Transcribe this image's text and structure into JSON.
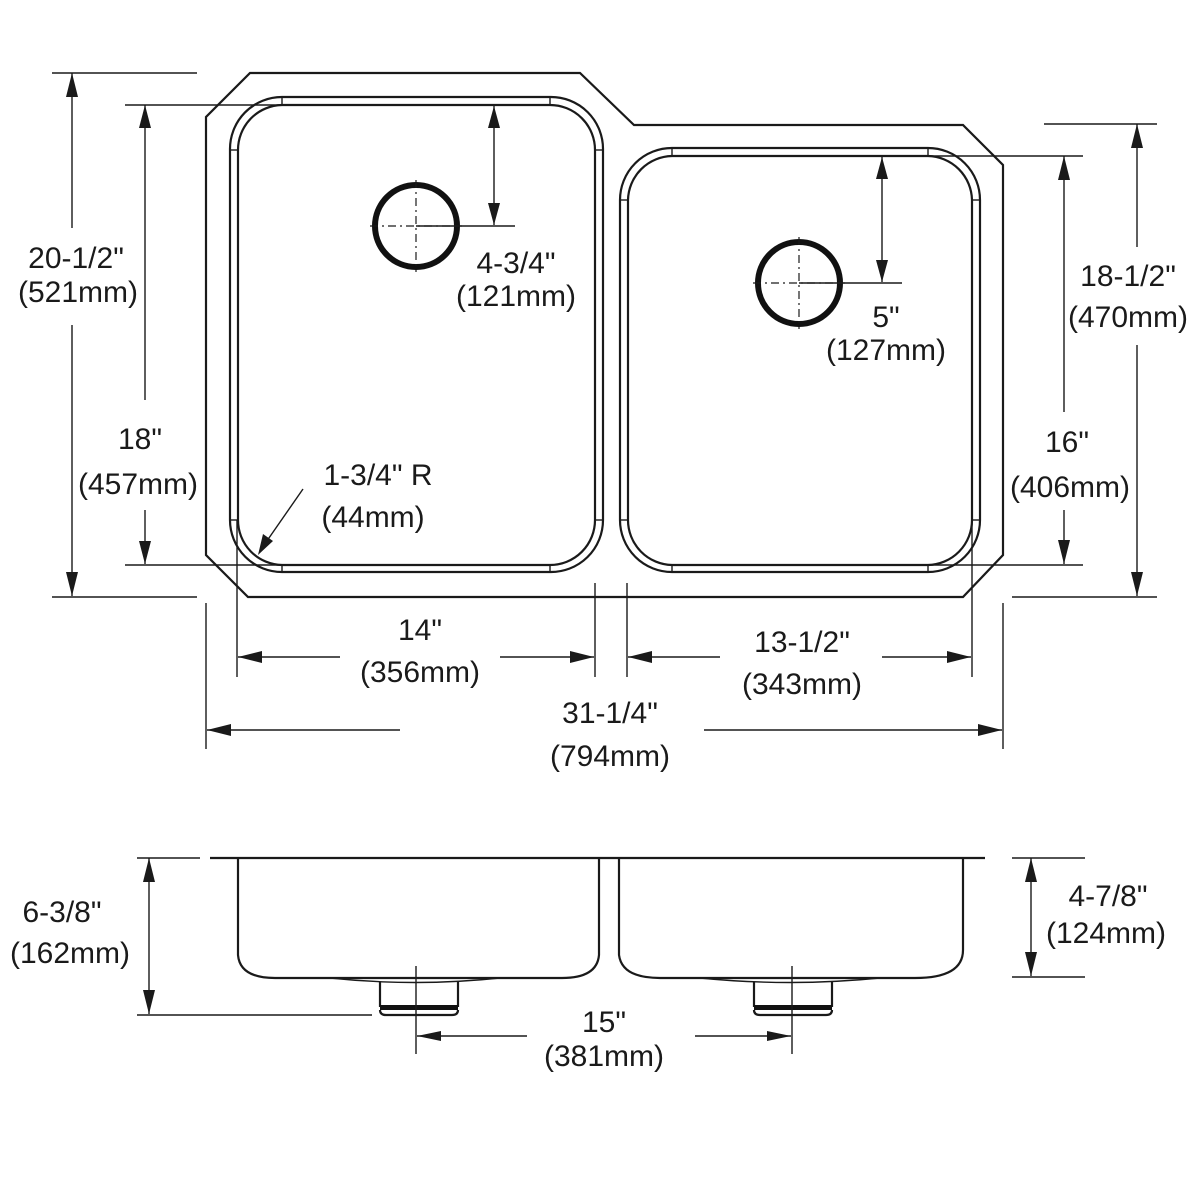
{
  "diagram": {
    "title": "Double bowl undermount sink dimensions",
    "line_color": "#1a1a1a",
    "background": "#ffffff",
    "plan_view": {
      "overall_depth": {
        "imperial": "20-1/2\"",
        "metric": "(521mm)"
      },
      "left_bowl_depth": {
        "imperial": "18\"",
        "metric": "(457mm)"
      },
      "left_drain_offset": {
        "imperial": "4-3/4\"",
        "metric": "(121mm)"
      },
      "corner_radius": {
        "imperial": "1-3/4\" R",
        "metric": "(44mm)"
      },
      "right_drain_offset": {
        "imperial": "5\"",
        "metric": "(127mm)"
      },
      "right_overall_depth": {
        "imperial": "18-1/2\"",
        "metric": "(470mm)"
      },
      "right_bowl_depth": {
        "imperial": "16\"",
        "metric": "(406mm)"
      },
      "left_bowl_width": {
        "imperial": "14\"",
        "metric": "(356mm)"
      },
      "right_bowl_width": {
        "imperial": "13-1/2\"",
        "metric": "(343mm)"
      },
      "overall_width": {
        "imperial": "31-1/4\"",
        "metric": "(794mm)"
      }
    },
    "elevation_view": {
      "left_bowl_height": {
        "imperial": "6-3/8\"",
        "metric": "(162mm)"
      },
      "right_bowl_height": {
        "imperial": "4-7/8\"",
        "metric": "(124mm)"
      },
      "drain_spacing": {
        "imperial": "15\"",
        "metric": "(381mm)"
      }
    }
  }
}
